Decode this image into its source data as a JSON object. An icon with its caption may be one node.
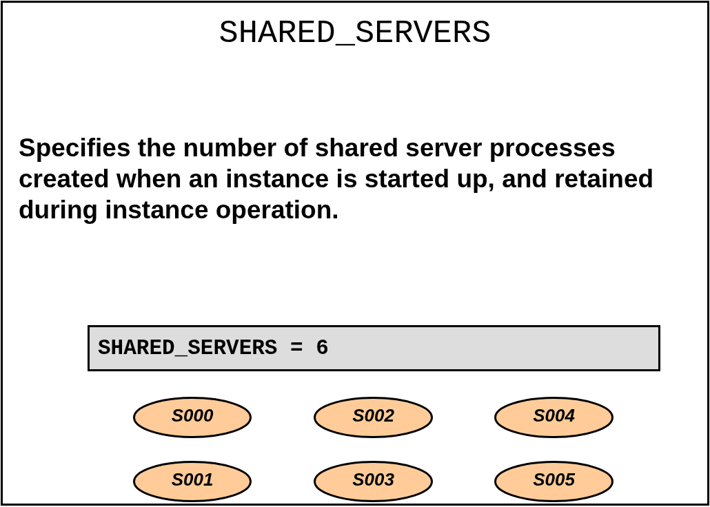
{
  "diagram": {
    "title": "SHARED_SERVERS",
    "nodes": [
      {
        "text": [
          "SHARED_SERVERS = 6"
        ]
      },
      {
        "text": [
          "S000"
        ]
      },
      {
        "text": [
          "S002"
        ]
      },
      {
        "text": [
          "S004"
        ]
      },
      {
        "text": [
          "S001"
        ]
      },
      {
        "text": [
          "S003"
        ]
      },
      {
        "text": [
          "S005"
        ]
      }
    ],
    "labels": [
      "Specifies the number of shared server processes created when an instance is started up, and retained during instance operation."
    ]
  }
}
